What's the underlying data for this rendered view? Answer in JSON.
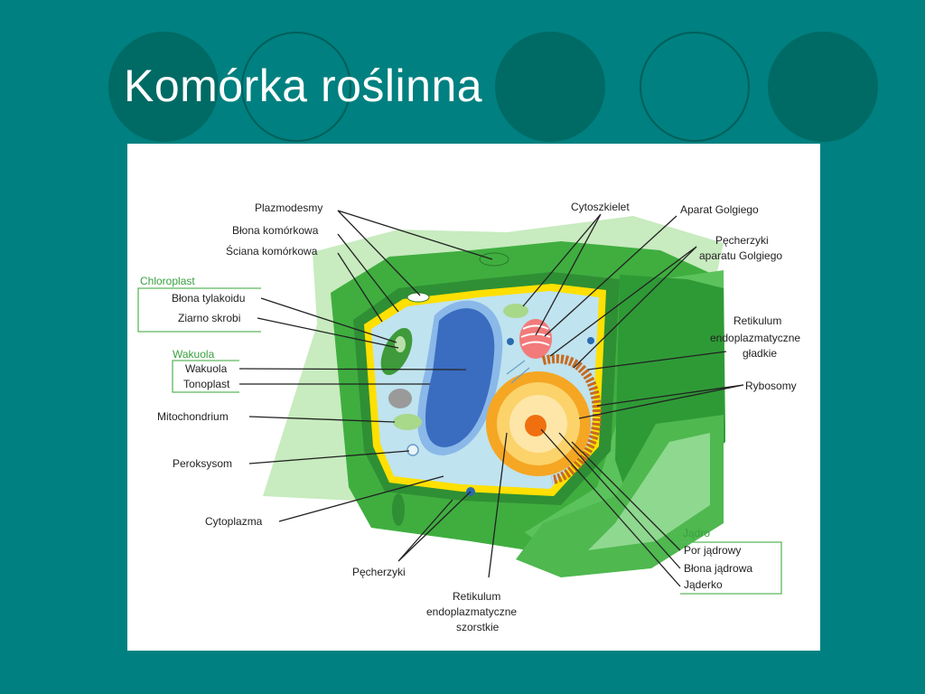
{
  "slide": {
    "title": "Komórka roślinna"
  },
  "diagram": {
    "labels": {
      "plazmodesmy": "Plazmodesmy",
      "blona_komorkowa": "Błona komórkowa",
      "sciana_komorkowa": "Ściana komórkowa",
      "chloroplast_group": "Chloroplast",
      "blona_tylakoidu": "Błona tylakoidu",
      "ziarno_skrobi": "Ziarno skrobi",
      "wakuola_group": "Wakuola",
      "wakuola": "Wakuola",
      "tonoplast": "Tonoplast",
      "mitochondrium": "Mitochondrium",
      "peroksysom": "Peroksysom",
      "cytoplazma": "Cytoplazma",
      "pecherzyki": "Pęcherzyki",
      "rer_1": "Retikulum",
      "rer_2": "endoplazmatyczne",
      "rer_3": "szorstkie",
      "cytoszkielet": "Cytoszkielet",
      "aparat_golgiego": "Aparat Golgiego",
      "pech_golg_1": "Pęcherzyki",
      "pech_golg_2": "aparatu Golgiego",
      "ser_1": "Retikulum",
      "ser_2": "endoplazmatyczne",
      "ser_3": "gładkie",
      "rybosomy": "Rybosomy",
      "jadro_group": "Jądro",
      "por_jadrowy": "Por jądrowy",
      "blona_jadrowa": "Błona jądrowa",
      "jaderko": "Jąderko"
    }
  },
  "colors": {
    "background": "#008080",
    "circle": "#006a64",
    "cell_wall": "#3fae3f",
    "cytoplasm": "#bfe3ef",
    "vacuole": "#3a6cc0",
    "nucleus": "#f5a623",
    "membrane": "#ffe000"
  }
}
